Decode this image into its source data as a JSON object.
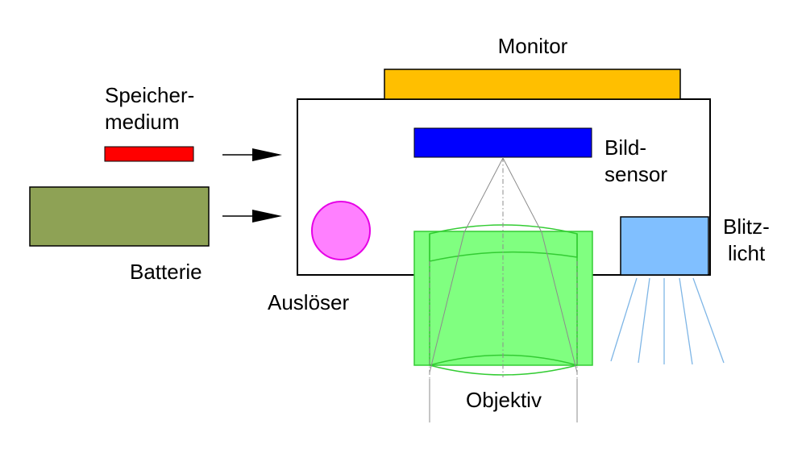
{
  "labels": {
    "monitor": "Monitor",
    "storage_line1": "Speicher-",
    "storage_line2": "medium",
    "sensor_line1": "Bild-",
    "sensor_line2": "sensor",
    "flash_line1": "Blitz-",
    "flash_line2": "licht",
    "battery": "Batterie",
    "shutter": "Auslöser",
    "lens": "Objektiv"
  },
  "colors": {
    "monitor": "#ffbf00",
    "storage": "#ff0000",
    "battery": "#8ea255",
    "sensor": "#0000ff",
    "shutter_button": "#ff80ff",
    "shutter_stroke": "#e600e6",
    "lens_barrel": "#80ff80",
    "lens_stroke": "#33cc33",
    "flash": "#80bfff",
    "body_outline": "#000000"
  }
}
